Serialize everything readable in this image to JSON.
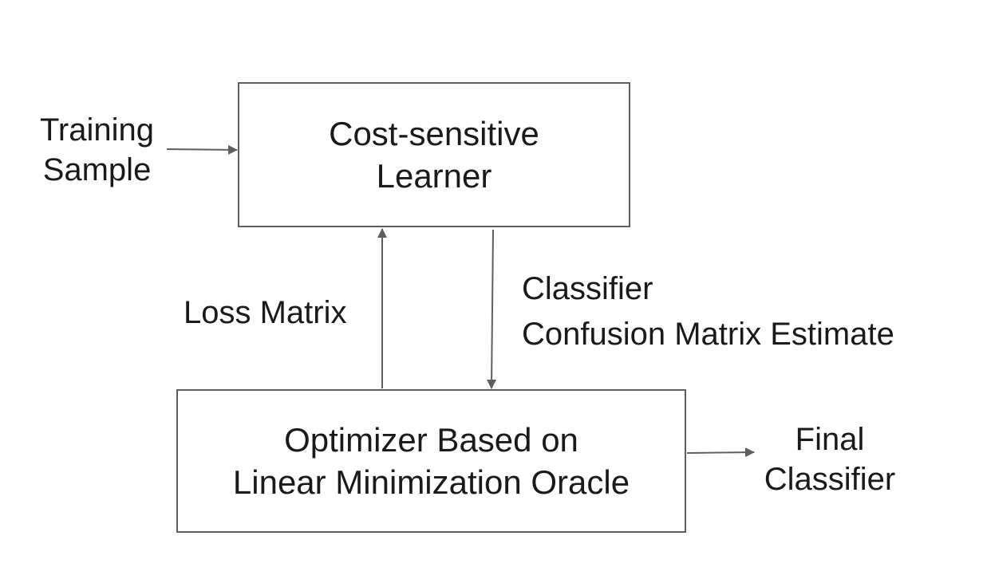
{
  "diagram": {
    "nodes": {
      "learner": {
        "lines": [
          "Cost-sensitive",
          "Learner"
        ]
      },
      "optimizer": {
        "lines": [
          "Optimizer Based on",
          "Linear Minimization Oracle"
        ]
      }
    },
    "labels": {
      "training_sample": [
        "Training",
        "Sample"
      ],
      "loss_matrix": "Loss Matrix",
      "learner_output": [
        "Classifier",
        "Confusion Matrix Estimate"
      ],
      "final_classifier": [
        "Final",
        "Classifier"
      ]
    },
    "edges": [
      {
        "from": "training_sample",
        "to": "learner",
        "label": ""
      },
      {
        "from": "optimizer",
        "to": "learner",
        "label": "Loss Matrix"
      },
      {
        "from": "learner",
        "to": "optimizer",
        "label": "Classifier / Confusion Matrix Estimate"
      },
      {
        "from": "optimizer",
        "to": "final_classifier",
        "label": ""
      }
    ],
    "colors": {
      "box_border": "#5f5f5f",
      "arrow": "#5f5f5f",
      "text": "#1a1a1a",
      "background": "#ffffff"
    }
  }
}
